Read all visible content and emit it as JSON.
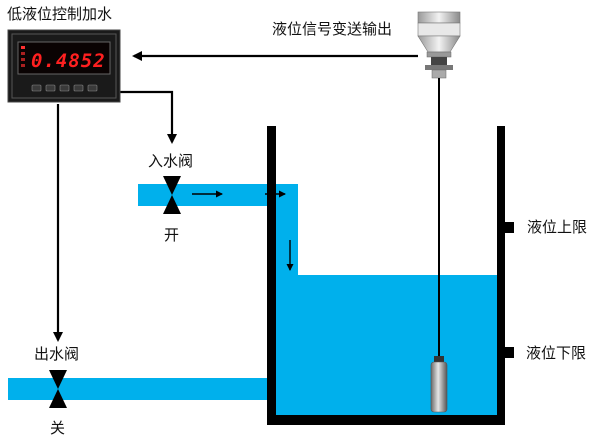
{
  "diagram": {
    "controller_title": "低液位控制加水",
    "display_value": "0.4852",
    "transmitter_label": "液位信号变送输出",
    "inlet_valve_label": "入水阀",
    "inlet_valve_state": "开",
    "outlet_valve_label": "出水阀",
    "outlet_valve_state": "关",
    "upper_limit_label": "液位上限",
    "lower_limit_label": "液位下限",
    "colors": {
      "water": "#00b0ec",
      "line": "#000000",
      "controller_body": "#1a1a1a",
      "display_digits": "#ff2020"
    }
  }
}
